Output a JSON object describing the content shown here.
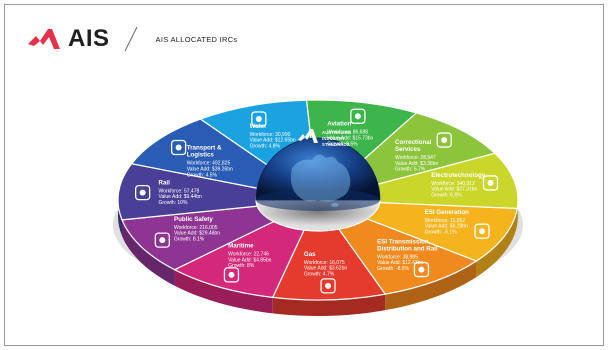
{
  "header": {
    "brand": "AIS",
    "title": "AIS ALLOCATED IRCs"
  },
  "center": {
    "lines": [
      "AUSTRALIAN",
      "INDUSTRY",
      "STANDARDS"
    ]
  },
  "colors": {
    "brand_red": "#e6314a",
    "brand_dark": "#232323"
  },
  "segments": [
    {
      "key": "water",
      "title_lines": [
        "Water"
      ],
      "workforce": "Workforce: 30,990",
      "value_add": "Value Add: $12.65bn",
      "growth": "Growth: 4.8%",
      "icon": "water-drop-icon",
      "color": "#1aa3e0"
    },
    {
      "key": "aviation",
      "title_lines": [
        "Aviation"
      ],
      "workforce": "Workforce: 86,688",
      "value_add": "Value Add: $15.73bn",
      "growth": "Growth: 8.5%",
      "icon": "airport-icon",
      "color": "#3db54a"
    },
    {
      "key": "correctional",
      "title_lines": [
        "Correctional",
        "Services"
      ],
      "workforce": "Workforce: 28,547",
      "value_add": "Value Add: $3.36bn",
      "growth": "Growth: 5.7%",
      "icon": "handcuffs-icon",
      "color": "#8cc43c"
    },
    {
      "key": "electrotechnology",
      "title_lines": [
        "Electrotechnology"
      ],
      "workforce": "Workforce: 340,912",
      "value_add": "Value Add: $37.31bn",
      "growth": "Growth: 6.6%",
      "icon": "lightbulb-icon",
      "color": "#cbd62a"
    },
    {
      "key": "esi_generation",
      "title_lines": [
        "ESI Generation"
      ],
      "workforce": "Workforce: 11,552",
      "value_add": "Value Add: $6.28bn",
      "growth": "Growth: -5.1%",
      "icon": "wind-turbine-icon",
      "color": "#f5b41d"
    },
    {
      "key": "esi_transmission",
      "title_lines": [
        "ESI Transmission,",
        "Distribution and Rail"
      ],
      "workforce": "Workforce: 38,985",
      "value_add": "Value Add: $12.43bn",
      "growth": "Growth: -8.5%",
      "icon": "power-tower-icon",
      "color": "#f18a1e"
    },
    {
      "key": "gas",
      "title_lines": [
        "Gas"
      ],
      "workforce": "Workforce: 16,075",
      "value_add": "Value Add: $3.62bn",
      "growth": "Growth: 4.7%",
      "icon": "factory-icon",
      "color": "#e53a2e"
    },
    {
      "key": "maritime",
      "title_lines": [
        "Maritime"
      ],
      "workforce": "Workforce: 22,746",
      "value_add": "Value Add: $4.85bn",
      "growth": "Growth: 8%",
      "icon": "ship-icon",
      "color": "#d4287a"
    },
    {
      "key": "public_safety",
      "title_lines": [
        "Public Safety"
      ],
      "workforce": "Workforce: 216,005",
      "value_add": "Value Add: $29.46bn",
      "growth": "Growth: 8.1%",
      "icon": "gas-mask-icon",
      "color": "#8e3594"
    },
    {
      "key": "rail",
      "title_lines": [
        "Rail"
      ],
      "workforce": "Workforce: 57,478",
      "value_add": "Value Add: $9.44bn",
      "growth": "Growth: 10%",
      "icon": "train-icon",
      "color": "#4a3f96"
    },
    {
      "key": "transport",
      "title_lines": [
        "Transport &",
        "Logistics"
      ],
      "workforce": "Workforce: 492,825",
      "value_add": "Value Add: $39.26bn",
      "growth": "Growth: 4.5%",
      "icon": "truck-icon",
      "color": "#2a5bb5"
    }
  ]
}
